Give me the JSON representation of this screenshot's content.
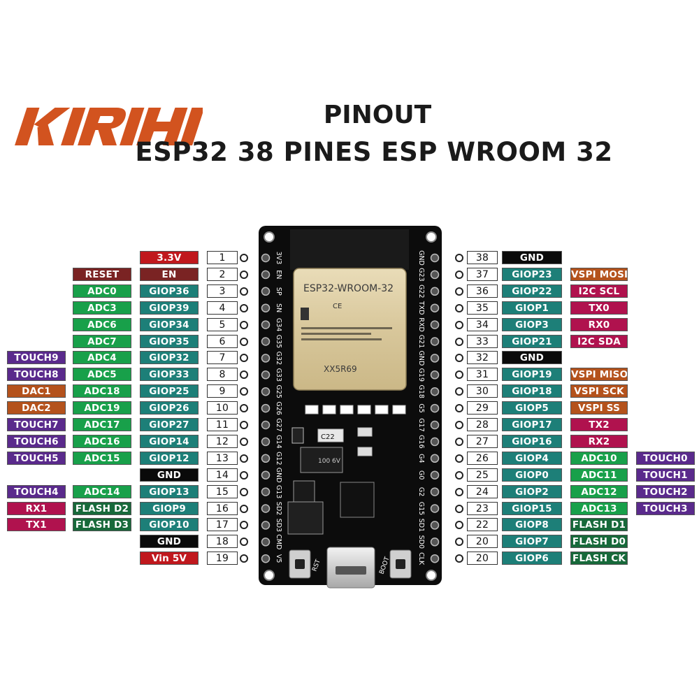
{
  "brand": {
    "logo_text": "KIRIHI",
    "logo_color": "#d2531f"
  },
  "title": {
    "line1": "PINOUT",
    "line2": "ESP32 38 PINES ESP WROOM 32"
  },
  "colors": {
    "power": "#c0181d",
    "reset": "#7a2323",
    "adc": "#18a04a",
    "gpio": "#1d7f78",
    "touch": "#5a2a8c",
    "dac": "#b4521c",
    "serial": "#b0124e",
    "flash": "#17693a",
    "gnd": "#0a0a0a",
    "spi": "#b4521c"
  },
  "board": {
    "module_title": "ESP32-WROOM-32",
    "module_code": "XX5R69",
    "cap_label": "C22",
    "cap2_label": "100 6V",
    "btn_left": "RST",
    "btn_right": "BOOT",
    "left_silk": [
      "3V3",
      "EN",
      "SP",
      "SN",
      "G34",
      "G35",
      "G32",
      "G33",
      "G25",
      "G26",
      "G27",
      "G14",
      "G12",
      "GND",
      "G13",
      "SD2",
      "SD3",
      "CMD",
      "V5"
    ],
    "right_silk": [
      "GND",
      "G23",
      "G22",
      "TXD",
      "RXD",
      "G21",
      "GND",
      "G19",
      "G18",
      "G5",
      "G17",
      "G16",
      "G4",
      "G0",
      "G2",
      "G15",
      "SD1",
      "SD0",
      "CLK"
    ]
  },
  "left_pins": [
    {
      "num": "1",
      "labels": [
        {
          "text": "3.3V",
          "kind": "power"
        }
      ]
    },
    {
      "num": "2",
      "labels": [
        {
          "text": "EN",
          "kind": "reset"
        },
        {
          "text": "RESET",
          "kind": "reset"
        }
      ]
    },
    {
      "num": "3",
      "labels": [
        {
          "text": "GIOP36",
          "kind": "gpio"
        },
        {
          "text": "ADC0",
          "kind": "adc"
        }
      ]
    },
    {
      "num": "4",
      "labels": [
        {
          "text": "GIOP39",
          "kind": "gpio"
        },
        {
          "text": "ADC3",
          "kind": "adc"
        }
      ]
    },
    {
      "num": "5",
      "labels": [
        {
          "text": "GIOP34",
          "kind": "gpio"
        },
        {
          "text": "ADC6",
          "kind": "adc"
        }
      ]
    },
    {
      "num": "6",
      "labels": [
        {
          "text": "GIOP35",
          "kind": "gpio"
        },
        {
          "text": "ADC7",
          "kind": "adc"
        }
      ]
    },
    {
      "num": "7",
      "labels": [
        {
          "text": "GIOP32",
          "kind": "gpio"
        },
        {
          "text": "ADC4",
          "kind": "adc"
        },
        {
          "text": "TOUCH9",
          "kind": "touch"
        }
      ]
    },
    {
      "num": "8",
      "labels": [
        {
          "text": "GIOP33",
          "kind": "gpio"
        },
        {
          "text": "ADC5",
          "kind": "adc"
        },
        {
          "text": "TOUCH8",
          "kind": "touch"
        }
      ]
    },
    {
      "num": "9",
      "labels": [
        {
          "text": "GIOP25",
          "kind": "gpio"
        },
        {
          "text": "ADC18",
          "kind": "adc"
        },
        {
          "text": "DAC1",
          "kind": "dac"
        }
      ]
    },
    {
      "num": "10",
      "labels": [
        {
          "text": "GIOP26",
          "kind": "gpio"
        },
        {
          "text": "ADC19",
          "kind": "adc"
        },
        {
          "text": "DAC2",
          "kind": "dac"
        }
      ]
    },
    {
      "num": "11",
      "labels": [
        {
          "text": "GIOP27",
          "kind": "gpio"
        },
        {
          "text": "ADC17",
          "kind": "adc"
        },
        {
          "text": "TOUCH7",
          "kind": "touch"
        }
      ]
    },
    {
      "num": "12",
      "labels": [
        {
          "text": "GIOP14",
          "kind": "gpio"
        },
        {
          "text": "ADC16",
          "kind": "adc"
        },
        {
          "text": "TOUCH6",
          "kind": "touch"
        }
      ]
    },
    {
      "num": "13",
      "labels": [
        {
          "text": "GIOP12",
          "kind": "gpio"
        },
        {
          "text": "ADC15",
          "kind": "adc"
        },
        {
          "text": "TOUCH5",
          "kind": "touch"
        }
      ]
    },
    {
      "num": "14",
      "labels": [
        {
          "text": "GND",
          "kind": "gnd"
        }
      ]
    },
    {
      "num": "15",
      "labels": [
        {
          "text": "GIOP13",
          "kind": "gpio"
        },
        {
          "text": "ADC14",
          "kind": "adc"
        },
        {
          "text": "TOUCH4",
          "kind": "touch"
        }
      ]
    },
    {
      "num": "16",
      "labels": [
        {
          "text": "GIOP9",
          "kind": "gpio"
        },
        {
          "text": "FLASH D2",
          "kind": "flash"
        },
        {
          "text": "RX1",
          "kind": "serial"
        }
      ]
    },
    {
      "num": "17",
      "labels": [
        {
          "text": "GIOP10",
          "kind": "gpio"
        },
        {
          "text": "FLASH D3",
          "kind": "flash"
        },
        {
          "text": "TX1",
          "kind": "serial"
        }
      ]
    },
    {
      "num": "18",
      "labels": [
        {
          "text": "GND",
          "kind": "gnd"
        }
      ]
    },
    {
      "num": "19",
      "labels": [
        {
          "text": "Vin 5V",
          "kind": "power"
        }
      ]
    }
  ],
  "right_pins": [
    {
      "num": "38",
      "labels": [
        {
          "text": "GND",
          "kind": "gnd"
        }
      ]
    },
    {
      "num": "37",
      "labels": [
        {
          "text": "GIOP23",
          "kind": "gpio"
        },
        {
          "text": "VSPI MOSI",
          "kind": "spi"
        }
      ]
    },
    {
      "num": "36",
      "labels": [
        {
          "text": "GIOP22",
          "kind": "gpio"
        },
        {
          "text": "I2C SCL",
          "kind": "serial"
        }
      ]
    },
    {
      "num": "35",
      "labels": [
        {
          "text": "GIOP1",
          "kind": "gpio"
        },
        {
          "text": "TX0",
          "kind": "serial"
        }
      ]
    },
    {
      "num": "34",
      "labels": [
        {
          "text": "GIOP3",
          "kind": "gpio"
        },
        {
          "text": "RX0",
          "kind": "serial"
        }
      ]
    },
    {
      "num": "33",
      "labels": [
        {
          "text": "GIOP21",
          "kind": "gpio"
        },
        {
          "text": "I2C SDA",
          "kind": "serial"
        }
      ]
    },
    {
      "num": "32",
      "labels": [
        {
          "text": "GND",
          "kind": "gnd"
        }
      ]
    },
    {
      "num": "31",
      "labels": [
        {
          "text": "GIOP19",
          "kind": "gpio"
        },
        {
          "text": "VSPI MISO",
          "kind": "spi"
        }
      ]
    },
    {
      "num": "30",
      "labels": [
        {
          "text": "GIOP18",
          "kind": "gpio"
        },
        {
          "text": "VSPI SCK",
          "kind": "spi"
        }
      ]
    },
    {
      "num": "29",
      "labels": [
        {
          "text": "GIOP5",
          "kind": "gpio"
        },
        {
          "text": "VSPI SS",
          "kind": "spi"
        }
      ]
    },
    {
      "num": "28",
      "labels": [
        {
          "text": "GIOP17",
          "kind": "gpio"
        },
        {
          "text": "TX2",
          "kind": "serial"
        }
      ]
    },
    {
      "num": "27",
      "labels": [
        {
          "text": "GIOP16",
          "kind": "gpio"
        },
        {
          "text": "RX2",
          "kind": "serial"
        }
      ]
    },
    {
      "num": "26",
      "labels": [
        {
          "text": "GIOP4",
          "kind": "gpio"
        },
        {
          "text": "ADC10",
          "kind": "adc"
        },
        {
          "text": "TOUCH0",
          "kind": "touch"
        }
      ]
    },
    {
      "num": "25",
      "labels": [
        {
          "text": "GIOP0",
          "kind": "gpio"
        },
        {
          "text": "ADC11",
          "kind": "adc"
        },
        {
          "text": "TOUCH1",
          "kind": "touch"
        }
      ]
    },
    {
      "num": "24",
      "labels": [
        {
          "text": "GIOP2",
          "kind": "gpio"
        },
        {
          "text": "ADC12",
          "kind": "adc"
        },
        {
          "text": "TOUCH2",
          "kind": "touch"
        }
      ]
    },
    {
      "num": "23",
      "labels": [
        {
          "text": "GIOP15",
          "kind": "gpio"
        },
        {
          "text": "ADC13",
          "kind": "adc"
        },
        {
          "text": "TOUCH3",
          "kind": "touch"
        }
      ]
    },
    {
      "num": "22",
      "labels": [
        {
          "text": "GIOP8",
          "kind": "gpio"
        },
        {
          "text": "FLASH D1",
          "kind": "flash"
        }
      ]
    },
    {
      "num": "20",
      "labels": [
        {
          "text": "GIOP7",
          "kind": "gpio"
        },
        {
          "text": "FLASH D0",
          "kind": "flash"
        }
      ]
    },
    {
      "num": "20",
      "labels": [
        {
          "text": "GIOP6",
          "kind": "gpio"
        },
        {
          "text": "FLASH CK",
          "kind": "flash"
        }
      ]
    }
  ]
}
